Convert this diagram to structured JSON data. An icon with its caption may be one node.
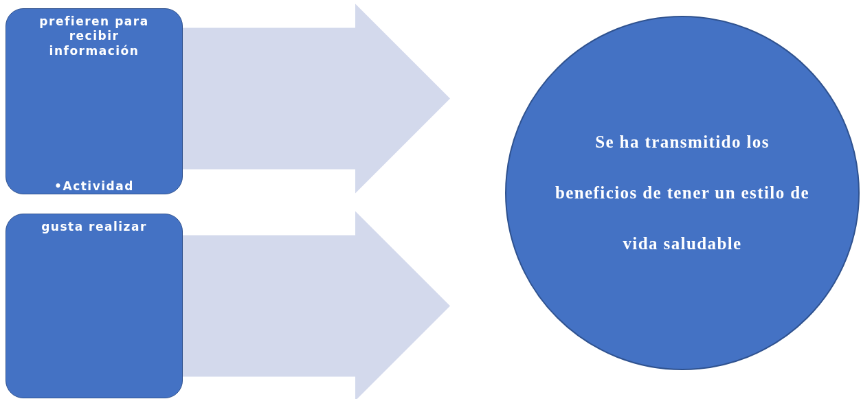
{
  "diagram": {
    "nodes": [
      {
        "text": [
          "prefieren para recibir información",
          "•Actividad"
        ]
      },
      {
        "text": [
          "gusta realizar"
        ]
      },
      {
        "text": [
          "Se ha transmitido los beneficios de tener un estilo de vida saludable"
        ]
      }
    ],
    "edges": [
      {
        "from": 0,
        "to": 2,
        "arrow": "to"
      },
      {
        "from": 1,
        "to": 2,
        "arrow": "to"
      }
    ]
  }
}
